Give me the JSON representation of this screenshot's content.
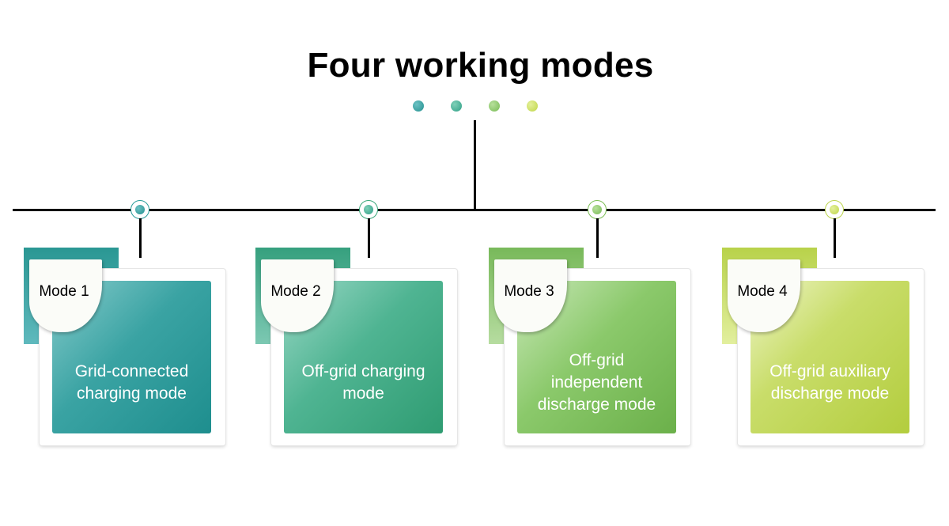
{
  "title": "Four working modes",
  "modes": [
    {
      "label": "Mode 1",
      "description": "Grid-connected charging mode",
      "color": "#2a9d9a"
    },
    {
      "label": "Mode 2",
      "description": "Off-grid charging mode",
      "color": "#3aa87a"
    },
    {
      "label": "Mode 3",
      "description": "Off-grid independent discharge mode",
      "color": "#7cbf55"
    },
    {
      "label": "Mode 4",
      "description": "Off-grid auxiliary discharge mode",
      "color": "#bcd44c"
    }
  ]
}
